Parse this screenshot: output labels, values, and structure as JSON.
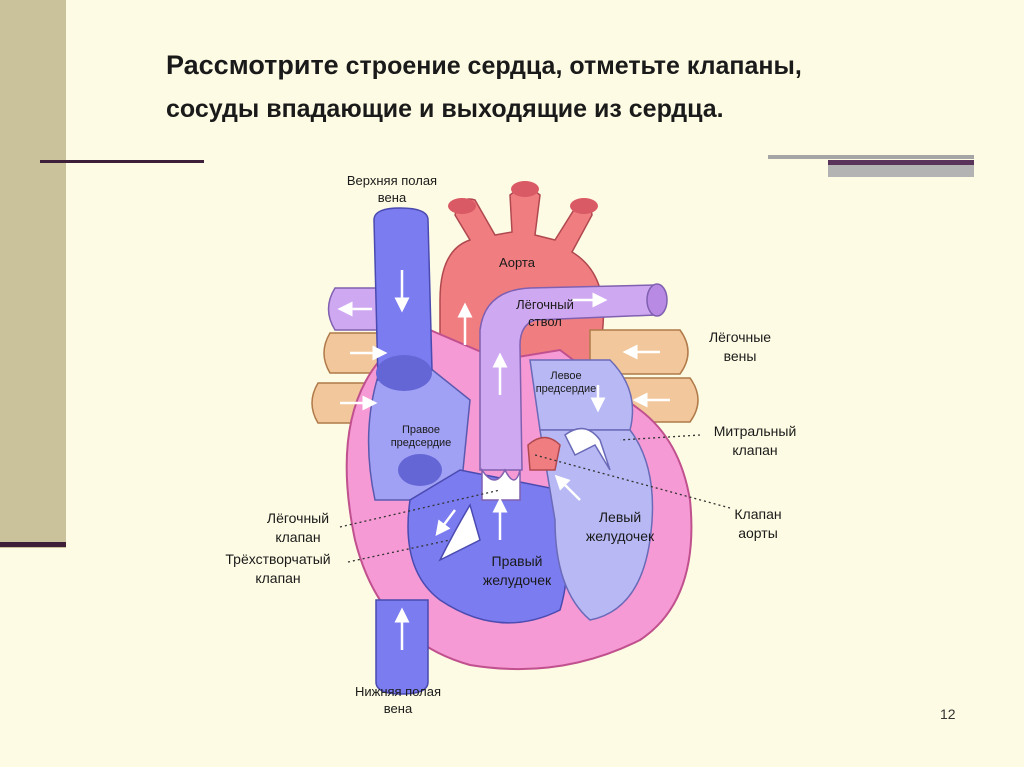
{
  "slide": {
    "title_lead": "Рассмотрите",
    "title_rest": " строение сердца, отметьте клапаны,",
    "title_line2": "сосуды впадающие и выходящие из сердца.",
    "page_number": "12"
  },
  "diagram": {
    "labels": {
      "superior_vena_cava": "Верхняя полая\nвена",
      "aorta": "Аорта",
      "pulmonary_trunk": "Лёгочный\nствол",
      "pulmonary_veins": "Лёгочные\nвены",
      "left_atrium": "Левое\nпредсердие",
      "right_atrium": "Правое\nпредсердие",
      "mitral_valve": "Митральный\nклапан",
      "pulmonary_valve": "Лёгочный\nклапан",
      "tricuspid_valve": "Трёхстворчатый\nклапан",
      "aortic_valve": "Клапан\nаорты",
      "left_ventricle": "Левый\nжелудочек",
      "right_ventricle": "Правый\nжелудочек",
      "inferior_vena_cava": "Нижняя полая\nвена"
    }
  },
  "colors": {
    "band": "#c9c29b",
    "accent_rule": "#3d1f3a",
    "aorta": "#f07e80",
    "vena_cava": "#7b7cf0",
    "pulmonary_trunk": "#cfa8f2",
    "pulmonary_veins": "#f2c79b",
    "heart_wall": "#f59ad4",
    "left_ventricle": "#b7b8f4"
  }
}
